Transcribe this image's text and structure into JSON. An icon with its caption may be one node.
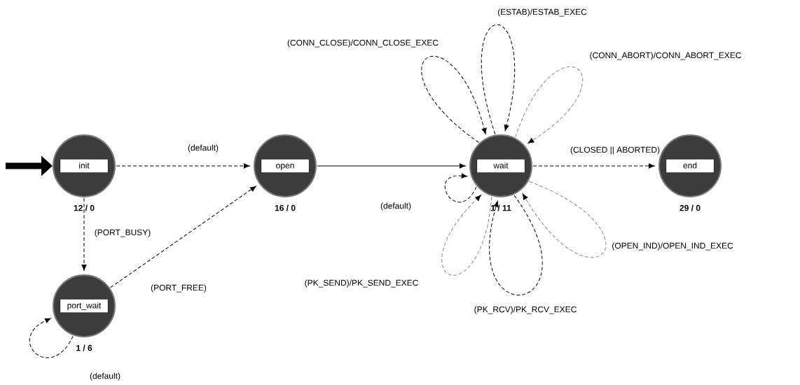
{
  "diagram": {
    "nodes": [
      {
        "text": [
          "init"
        ],
        "beside": [
          "12 / 0"
        ]
      },
      {
        "text": [
          "open"
        ],
        "beside": [
          "16 / 0"
        ]
      },
      {
        "text": [
          "wait"
        ],
        "beside": [
          "1 / 11"
        ]
      },
      {
        "text": [
          "end"
        ],
        "beside": [
          "29 / 0"
        ]
      },
      {
        "text": [
          "port_wait"
        ],
        "beside": [
          "1 / 6"
        ]
      }
    ],
    "edges": [
      {
        "from": null,
        "to": 0,
        "arrow": "to",
        "style": "thick"
      },
      {
        "from": 0,
        "to": 1,
        "arrow": "to",
        "style": "dashed",
        "label": "(default)"
      },
      {
        "from": 0,
        "to": 4,
        "arrow": "to",
        "style": "dashed",
        "label": "(PORT_BUSY)"
      },
      {
        "from": 4,
        "to": 4,
        "arrow": "to",
        "style": "dashed",
        "label": "(default)"
      },
      {
        "from": 4,
        "to": 1,
        "arrow": "to",
        "style": "dashed",
        "label": "(PORT_FREE)"
      },
      {
        "from": 1,
        "to": 2,
        "arrow": "to"
      },
      {
        "from": 2,
        "to": 2,
        "arrow": "to",
        "style": "dashed",
        "label": "(CONN_CLOSE)/CONN_CLOSE_EXEC"
      },
      {
        "from": 2,
        "to": 2,
        "arrow": "to",
        "style": "dashed",
        "label": "(ESTAB)/ESTAB_EXEC"
      },
      {
        "from": 2,
        "to": 2,
        "arrow": "to",
        "style": "dashed",
        "color": "#888888",
        "label": "(CONN_ABORT)/CONN_ABORT_EXEC"
      },
      {
        "from": 2,
        "to": 2,
        "arrow": "to",
        "style": "dashed",
        "label": "(default)"
      },
      {
        "from": 2,
        "to": 2,
        "arrow": "to",
        "style": "dashed",
        "color": "#888888",
        "label": "(PK_SEND)/PK_SEND_EXEC"
      },
      {
        "from": 2,
        "to": 2,
        "arrow": "to",
        "style": "dashed",
        "label": "(PK_RCV)/PK_RCV_EXEC"
      },
      {
        "from": 2,
        "to": 2,
        "arrow": "to",
        "style": "dashed",
        "color": "#888888",
        "label": "(OPEN_IND)/OPEN_IND_EXEC"
      },
      {
        "from": 2,
        "to": 3,
        "arrow": "to",
        "style": "dashed",
        "label": "(CLOSED || ABORTED)"
      }
    ]
  }
}
